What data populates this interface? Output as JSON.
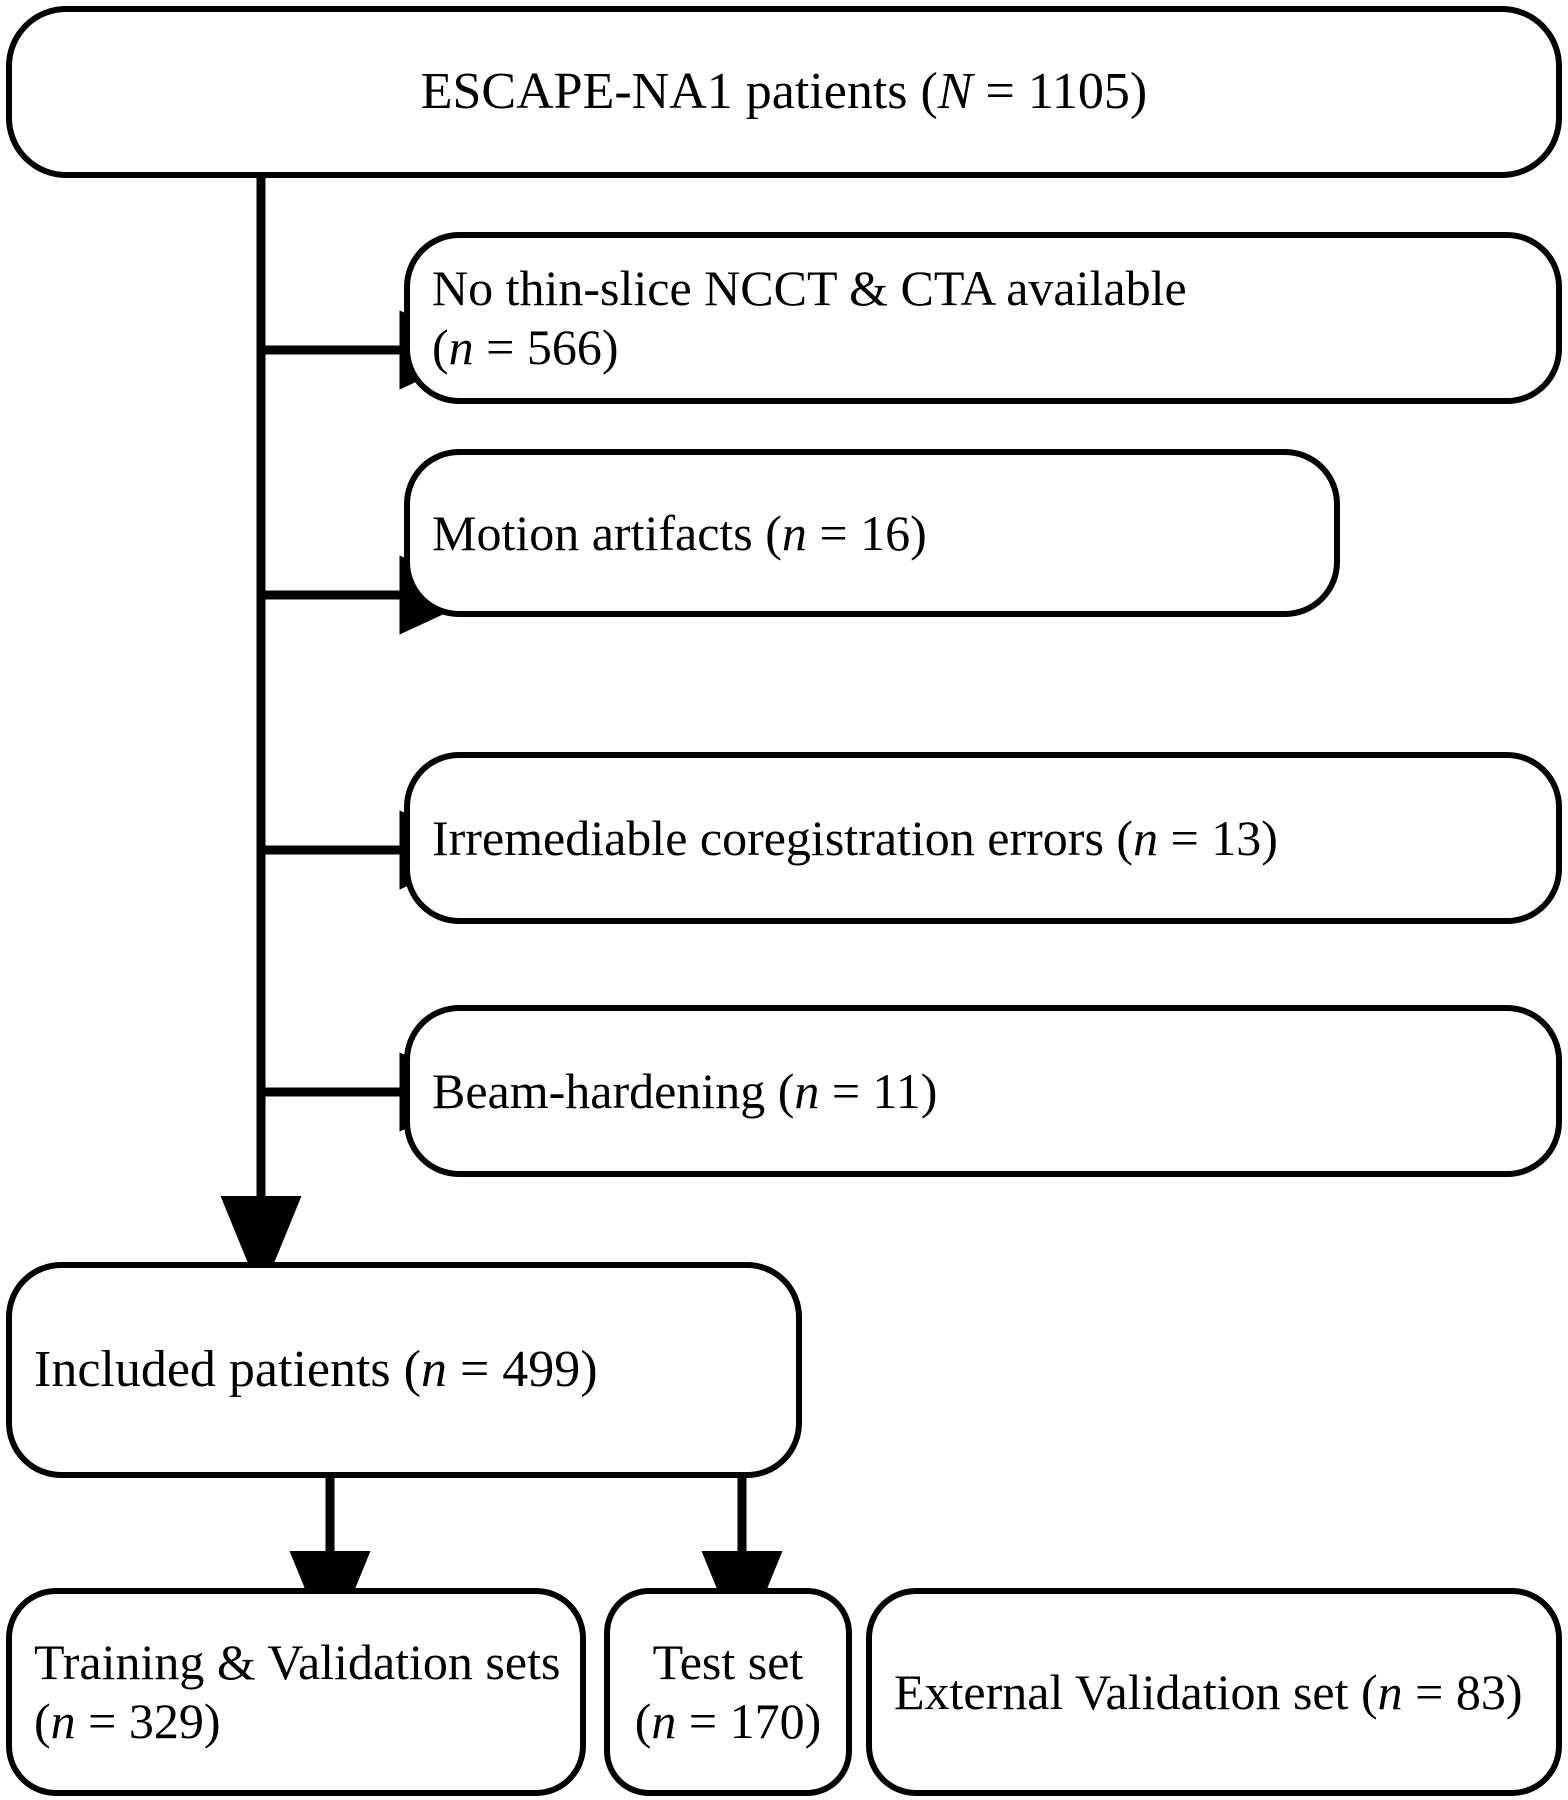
{
  "diagram": {
    "type": "flowchart",
    "title": "Patient selection flow diagram",
    "orientation": "top-down",
    "line_color": "#000000",
    "box_fill": "#ffffff",
    "text_color": "#000000"
  },
  "nodes": {
    "source": {
      "id": "source-cohort",
      "label": "ESCAPE-NA1 patients (N = 1105)",
      "count": 1105,
      "count_symbol": "N",
      "align": "center"
    },
    "exclusions": [
      {
        "id": "exclusion-no-thin-slice",
        "label": "No thin-slice NCCT & CTA available\n(n = 566)",
        "count": 566,
        "count_symbol": "n",
        "align": "left"
      },
      {
        "id": "exclusion-motion-artifacts",
        "label": "Motion artifacts (n = 16)",
        "count": 16,
        "count_symbol": "n",
        "align": "left"
      },
      {
        "id": "exclusion-coregistration-errors",
        "label": "Irremediable coregistration errors (n = 13)",
        "count": 13,
        "count_symbol": "n",
        "align": "left"
      },
      {
        "id": "exclusion-beam-hardening",
        "label": "Beam-hardening (n = 11)",
        "count": 11,
        "count_symbol": "n",
        "align": "left"
      }
    ],
    "included": {
      "id": "included-patients",
      "label": "Included patients (n = 499)",
      "count": 499,
      "count_symbol": "n",
      "align": "left"
    },
    "splits": [
      {
        "id": "training-validation-sets",
        "label": "Training & Validation sets (n = 329)",
        "count": 329,
        "count_symbol": "n",
        "align": "left"
      },
      {
        "id": "test-set",
        "label": "Test set (n = 170)",
        "count": 170,
        "count_symbol": "n",
        "align": "center"
      },
      {
        "id": "external-validation-set",
        "label": "External Validation set (n = 83)",
        "count": 83,
        "count_symbol": "n",
        "align": "left"
      }
    ]
  }
}
